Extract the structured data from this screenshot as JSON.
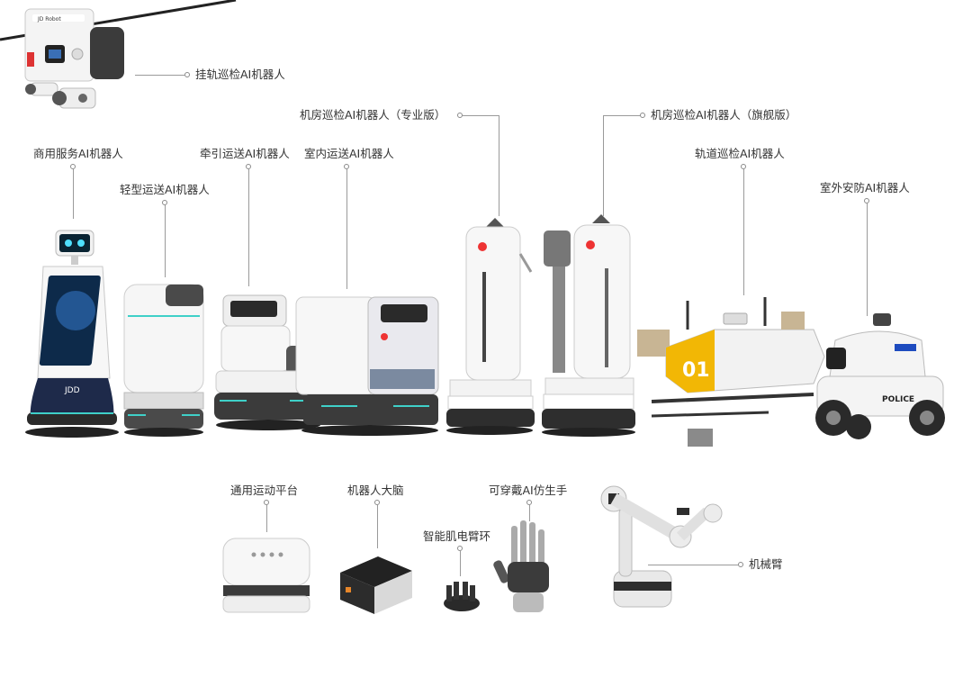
{
  "labels": {
    "rail_inspection": "挂轨巡检AI机器人",
    "datacenter_pro": "机房巡检AI机器人（专业版）",
    "datacenter_flagship": "机房巡检AI机器人（旗舰版）",
    "commercial_service": "商用服务AI机器人",
    "towing_delivery": "牵引运送AI机器人",
    "indoor_delivery": "室内运送AI机器人",
    "track_inspection": "轨道巡检AI机器人",
    "light_delivery": "轻型运送AI机器人",
    "outdoor_security": "室外安防AI机器人",
    "universal_platform": "通用运动平台",
    "robot_brain": "机器人大脑",
    "wearable_hand": "可穿戴AI仿生手",
    "emg_armband": "智能肌电臂环",
    "robot_arm": "机械臂"
  },
  "printed": {
    "rail_brand": "JD Robot",
    "service_badge": "JDD",
    "track_number": "01",
    "police_text": "POLICE"
  },
  "colors": {
    "accent_teal": "#3fd0c8",
    "track_yellow": "#f2b705",
    "leader_line": "#9a9a9a"
  }
}
